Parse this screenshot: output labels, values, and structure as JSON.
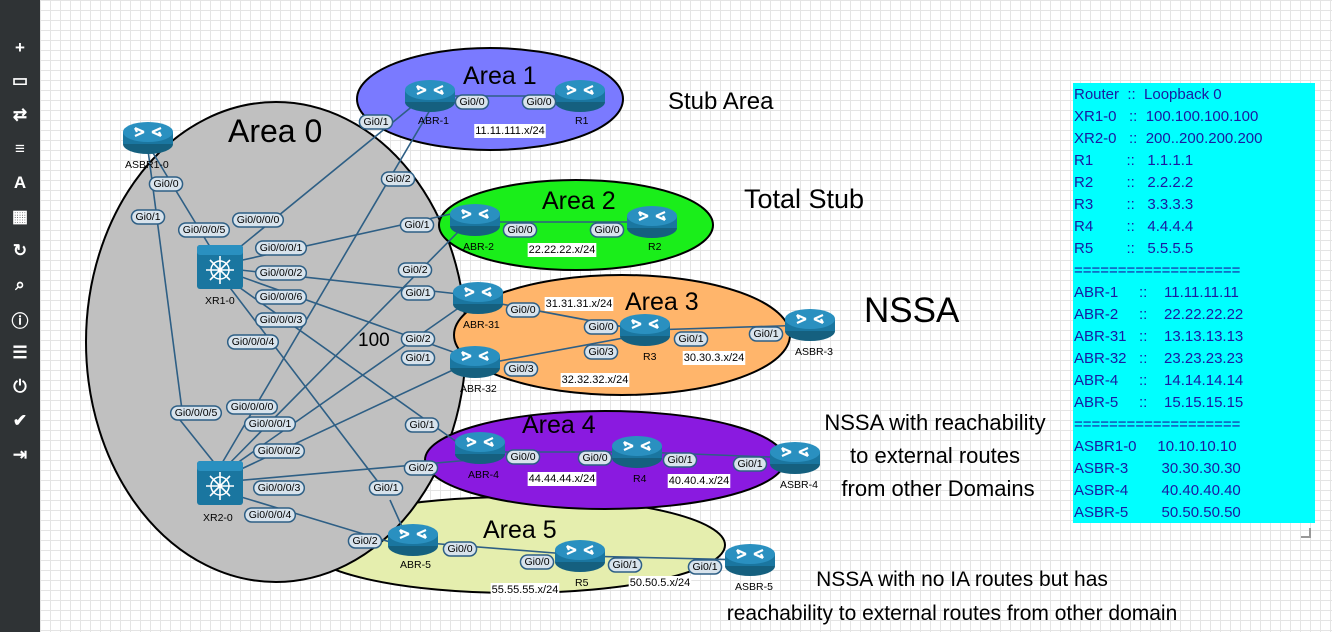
{
  "sidebar": {
    "items": [
      {
        "icon": "plus-icon",
        "glyph": "+"
      },
      {
        "icon": "drive-icon",
        "glyph": "▭"
      },
      {
        "icon": "transfer-icon",
        "glyph": "⇄"
      },
      {
        "icon": "align-left-icon",
        "glyph": "≡"
      },
      {
        "icon": "text-icon",
        "glyph": "A"
      },
      {
        "icon": "grid-icon",
        "glyph": "▦"
      },
      {
        "icon": "refresh-icon",
        "glyph": "↻"
      },
      {
        "icon": "zoom-icon",
        "glyph": "⌕"
      },
      {
        "icon": "info-icon",
        "glyph": "ⓘ"
      },
      {
        "icon": "list-icon",
        "glyph": "☰"
      },
      {
        "icon": "power-icon",
        "glyph": "⏻"
      },
      {
        "icon": "check-icon",
        "glyph": "✔"
      },
      {
        "icon": "logout-icon",
        "glyph": "⇥"
      }
    ]
  },
  "colors": {
    "area0": "#c0c0c0",
    "area1": "#7a7aff",
    "area2": "#1aee1a",
    "area3": "#ffb56b",
    "area4": "#8a1ae0",
    "area5": "#e5eeae",
    "info_bg": "#00ffff",
    "link": "#2e5f85",
    "router": "#1a6a8f"
  },
  "areas": {
    "area0": "Area 0",
    "area1": "Area 1",
    "area2": "Area 2",
    "area3": "Area 3",
    "area4": "Area 4",
    "area5": "Area 5"
  },
  "annotations": {
    "stub": "Stub Area",
    "total_stub": "Total Stub",
    "nssa": "NSSA",
    "nssa_ext": [
      "NSSA with reachability",
      "to external routes",
      "from other Domains"
    ],
    "nssa_noia": [
      "NSSA with no IA routes but has",
      "reachability to external routes from other domain"
    ],
    "area0_num": "100"
  },
  "nodes": {
    "asbr1_0": "ASBR1-0",
    "xr1_0": "XR1-0",
    "xr2_0": "XR2-0",
    "abr1": "ABR-1",
    "r1": "R1",
    "abr2": "ABR-2",
    "r2": "R2",
    "abr31": "ABR-31",
    "abr32": "ABR-32",
    "r3": "R3",
    "asbr3": "ASBR-3",
    "abr4": "ABR-4",
    "r4": "R4",
    "asbr4": "ASBR-4",
    "abr5": "ABR-5",
    "r5": "R5",
    "asbr5": "ASBR-5"
  },
  "networks": {
    "a1": "11.11.111.x/24",
    "a2": "22.22.22.x/24",
    "a31": "31.31.31.x/24",
    "a32": "32.32.32.x/24",
    "a3b": "30.30.3.x/24",
    "a4": "44.44.44.x/24",
    "a4b": "40.40.4.x/24",
    "a5": "55.55.55.x/24",
    "a5b": "50.50.5.x/24"
  },
  "interfaces": {
    "i01": "Gi0/1",
    "i02": "Gi0/0",
    "i03": "Gi0/0",
    "i04": "Gi0/2",
    "i05": "Gi0/0",
    "i06": "Gi0/1",
    "i07": "Gi0/0/0/5",
    "i08": "Gi0/0/0/0",
    "i09": "Gi0/0/0/1",
    "i10": "Gi0/1",
    "i11": "Gi0/0",
    "i12": "Gi0/0",
    "i13": "Gi0/0/0/2",
    "i14": "Gi0/2",
    "i15": "Gi0/1",
    "i16": "Gi0/0/0/6",
    "i17": "Gi0/0/0/3",
    "i18": "Gi0/0",
    "i19": "Gi0/0",
    "i20": "Gi0/1",
    "i21": "Gi0/1",
    "i22": "Gi0/0/0/4",
    "i23": "Gi0/2",
    "i24": "Gi0/1",
    "i25": "Gi0/3",
    "i26": "Gi0/3",
    "i27": "Gi0/0/0/5",
    "i28": "Gi0/0/0/0",
    "i29": "Gi0/0/0/1",
    "i30": "Gi0/1",
    "i31": "Gi0/0/0/2",
    "i32": "Gi0/0",
    "i33": "Gi0/0",
    "i34": "Gi0/1",
    "i35": "Gi0/1",
    "i36": "Gi0/2",
    "i37": "Gi0/0/0/3",
    "i38": "Gi0/1",
    "i39": "Gi0/0/0/4",
    "i40": "Gi0/2",
    "i41": "Gi0/0",
    "i42": "Gi0/0",
    "i43": "Gi0/1",
    "i44": "Gi0/1"
  },
  "loopback_table": {
    "lines": [
      "Router  ::  Loopback 0",
      "XR1-0   ::  100.100.100.100",
      "XR2-0   ::  200..200.200.200",
      "R1        ::   1.1.1.1",
      "R2        ::   2.2.2.2",
      "R3        ::   3.3.3.3",
      "R4        ::   4.4.4.4",
      "R5        ::   5.5.5.5",
      "===================",
      "ABR-1     ::    11.11.11.11",
      "ABR-2     ::    22.22.22.22",
      "ABR-31   ::    13.13.13.13",
      "ABR-32   ::    23.23.23.23",
      "ABR-4     ::    14.14.14.14",
      "ABR-5     ::    15.15.15.15",
      "===================",
      "ASBR1-0     10.10.10.10",
      "ASBR-3        30.30.30.30",
      "ASBR-4        40.40.40.40",
      "ASBR-5        50.50.50.50"
    ]
  }
}
